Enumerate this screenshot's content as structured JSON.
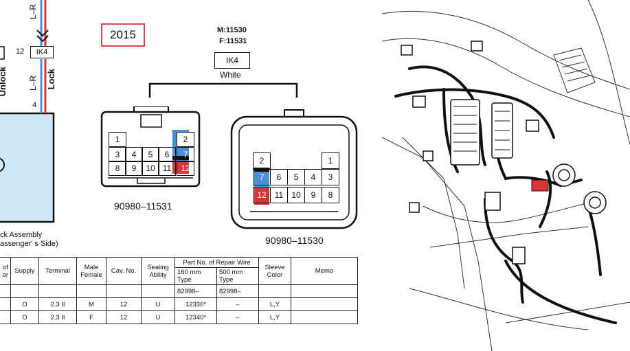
{
  "year_badge": "2015",
  "left_wire": {
    "top_label": "L–R",
    "pin_top": "12",
    "connector": "IK4",
    "unlock": "Unlock",
    "lock": "Lock",
    "mid_label": "L–R",
    "pin_bottom": "4"
  },
  "assembly_label": {
    "line1": "ck Assembly",
    "line2": "assenger' s Side)"
  },
  "connector_info": {
    "male": "M:11530",
    "female": "F:11531",
    "name": "IK4",
    "color": "White"
  },
  "female_connector": {
    "part_number": "90980–11531",
    "pins": [
      "1",
      "2",
      "3",
      "4",
      "5",
      "6",
      "7",
      "8",
      "9",
      "10",
      "11",
      "12"
    ]
  },
  "male_connector": {
    "part_number": "90980–11530",
    "pins": [
      "2",
      "1",
      "7",
      "6",
      "5",
      "4",
      "3",
      "12",
      "11",
      "10",
      "9",
      "8"
    ]
  },
  "table": {
    "headers": {
      "col0": "of\nor",
      "supply": "Supply",
      "terminal": "Terminal",
      "male_female": "Male\nFemale",
      "cav": "Cav. No.",
      "sealing": "Sealing\nAbility",
      "repair": "Part No. of Repair Wire",
      "mm160": "160 mm\nType",
      "mm500": "500 mm\nType",
      "sleeve": "Sleeve\nColor",
      "memo": "Memo"
    },
    "prefix_row": [
      "82998–",
      "82998–"
    ],
    "rows": [
      {
        "supply": "O",
        "terminal": "2.3 II",
        "mf": "M",
        "cav": "12",
        "sealing": "U",
        "p160": "12330*",
        "p500": "–",
        "sleeve": "L,Y"
      },
      {
        "supply": "O",
        "terminal": "2.3 II",
        "mf": "F",
        "cav": "12",
        "sealing": "U",
        "p160": "12340*",
        "p500": "–",
        "sleeve": "L,Y"
      }
    ]
  },
  "colors": {
    "badge_border": "#e0434f",
    "wire_blue": "#4a90d9",
    "wire_red": "#d9343a",
    "assembly_fill": "#cfe6f7"
  }
}
